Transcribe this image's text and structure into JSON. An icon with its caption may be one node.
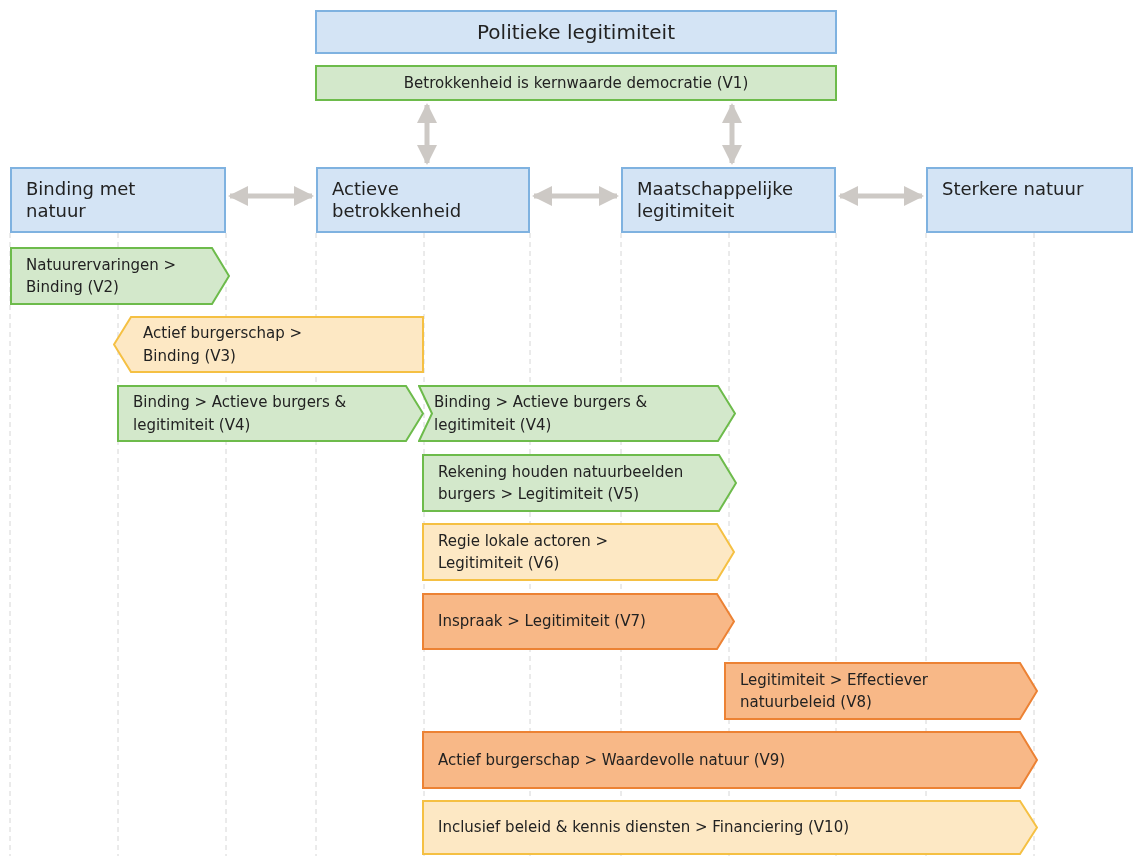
{
  "diagram": {
    "nodes": [
      {
        "text": [
          "Politieke legitimiteit"
        ]
      },
      {
        "text": [
          "Betrokkenheid is kernwaarde democratie (V1)"
        ]
      },
      {
        "text": [
          "Binding met natuur"
        ]
      },
      {
        "text": [
          "Actieve betrokkenheid"
        ]
      },
      {
        "text": [
          "Maatschappelijke legitimiteit"
        ]
      },
      {
        "text": [
          "Sterkere natuur"
        ]
      },
      {
        "text": [
          "Natuurervaringen > Binding (V2)"
        ]
      },
      {
        "text": [
          "Actief burgerschap > Binding (V3)"
        ]
      },
      {
        "text": [
          "Binding > Actieve burgers & legitimiteit (V4)"
        ]
      },
      {
        "text": [
          "Binding > Actieve burgers & legitimiteit (V4)"
        ]
      },
      {
        "text": [
          "Rekening houden natuurbeelden burgers > Legitimiteit (V5)"
        ]
      },
      {
        "text": [
          "Regie lokale actoren > Legitimiteit (V6)"
        ]
      },
      {
        "text": [
          "Inspraak > Legitimiteit (V7)"
        ]
      },
      {
        "text": [
          "Legitimiteit > Effectiever natuurbeleid (V8)"
        ]
      },
      {
        "text": [
          "Actief burgerschap > Waardevolle natuur (V9)"
        ]
      },
      {
        "text": [
          "Inclusief beleid & kennis diensten > Financiering (V10)"
        ]
      }
    ],
    "edges": [
      {
        "from": 1,
        "to": 3,
        "arrow": "both"
      },
      {
        "from": 1,
        "to": 4,
        "arrow": "both"
      },
      {
        "from": 2,
        "to": 3,
        "arrow": "both"
      },
      {
        "from": 3,
        "to": 4,
        "arrow": "both"
      },
      {
        "from": 4,
        "to": 5,
        "arrow": "both"
      }
    ]
  }
}
